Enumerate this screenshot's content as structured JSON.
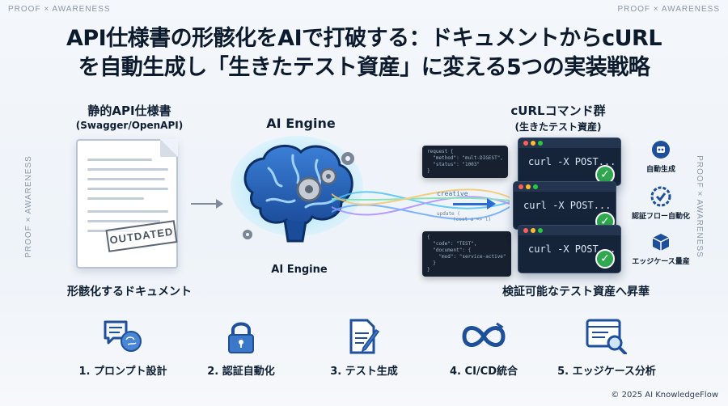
{
  "watermark": "PROOF × AWARENESS",
  "title_line1": "API仕様書の形骸化をAIで打破する：ドキュメントからcURL",
  "title_line2": "を自動生成し「生きたテスト資産」に変える5つの実装戦略",
  "left": {
    "heading": "静的API仕様書",
    "subheading": "(Swagger/OpenAPI)",
    "stamp": "OUTDATED",
    "caption": "形骸化するドキュメント"
  },
  "center": {
    "heading": "AI Engine",
    "caption": "AI Engine",
    "code1": "request {\n  \"method\": \"mult-DIGEST\",\n  \"status\": \"1003\"\n}",
    "code2": "{\n  \"code\": \"TEST\",\n  \"document\": {\n    \"mod\": \"service-active\"\n  }\n}",
    "flow_word1": "creative",
    "flow_word2": "update (",
    "flow_word3": "(cost a => l)"
  },
  "right": {
    "heading": "cURLコマンド群",
    "subheading": "(生きたテスト資産)",
    "terminal_text": "curl -X POST...",
    "caption": "検証可能なテスト資産へ昇華",
    "features": [
      "自動生成",
      "認証フロー自動化",
      "エッジケース量産"
    ]
  },
  "steps": [
    {
      "label": "1. プロンプト設計",
      "icon": "chat-brain-icon"
    },
    {
      "label": "2. 認証自動化",
      "icon": "lock-icon"
    },
    {
      "label": "3. テスト生成",
      "icon": "document-pen-icon"
    },
    {
      "label": "4. CI/CD統合",
      "icon": "infinity-loop-icon"
    },
    {
      "label": "5. エッジケース分析",
      "icon": "browser-magnifier-icon"
    }
  ],
  "copyright": "© 2025 AI KnowledgeFlow",
  "colors": {
    "accent": "#2a6cd0",
    "check": "#2fa84f",
    "terminal": "#16243a",
    "icon": "#1e4f9a"
  }
}
